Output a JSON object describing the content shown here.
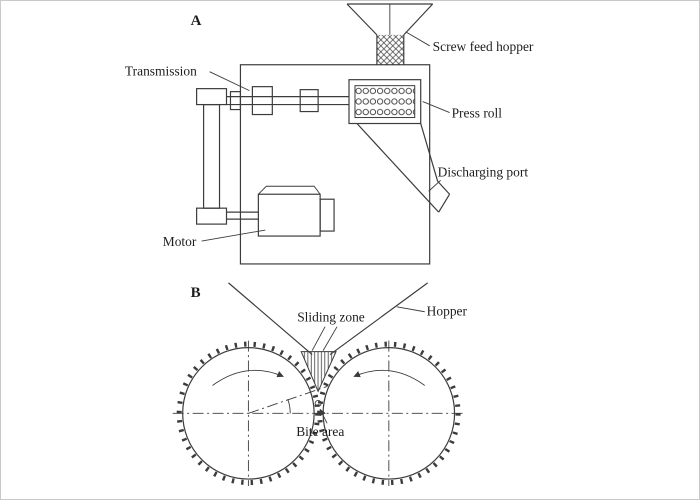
{
  "diagram": {
    "panel_a": {
      "label": "A",
      "annotations": {
        "screw_feed_hopper": "Screw feed hopper",
        "transmission": "Transmission",
        "press_roll": "Press roll",
        "discharging_port": "Discharging port",
        "motor": "Motor"
      }
    },
    "panel_b": {
      "label": "B",
      "annotations": {
        "sliding_zone": "Sliding zone",
        "hopper": "Hopper",
        "bite_area": "Bite area"
      }
    },
    "colors": {
      "line": "#3c3c3c",
      "background": "#ffffff"
    }
  }
}
